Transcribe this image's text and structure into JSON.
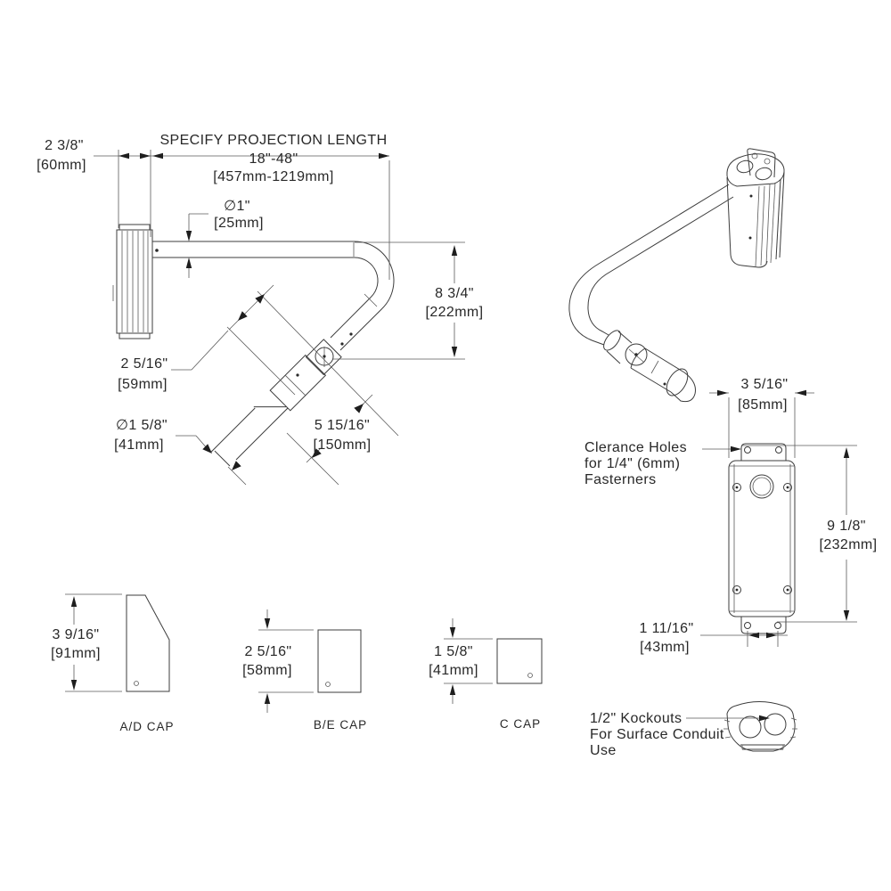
{
  "title": "gooseneck-arm-dimension-drawing",
  "side_view": {
    "wall_depth_in": "2 3/8\"",
    "wall_depth_mm": "[60mm]",
    "projection_label": "SPECIFY PROJECTION LENGTH",
    "projection_range_in": "18\"-48\"",
    "projection_range_mm": "[457mm-1219mm]",
    "tube_dia_in": "∅1\"",
    "tube_dia_mm": "[25mm]",
    "drop_in": "8 3/4\"",
    "drop_mm": "[222mm]",
    "knuckle_in": "2 5/16\"",
    "knuckle_mm": "[59mm]",
    "holder_dia_in": "∅1 5/8\"",
    "holder_dia_mm": "[41mm]",
    "holder_len_in": "5 15/16\"",
    "holder_len_mm": "[150mm]"
  },
  "back_view": {
    "width_in": "3 5/16\"",
    "width_mm": "[85mm]",
    "height_in": "9 1/8\"",
    "height_mm": "[232mm]",
    "hole_span_in": "1 11/16\"",
    "hole_span_mm": "[43mm]",
    "clearance_line1": "Clerance Holes",
    "clearance_line2": "for 1/4\" (6mm)",
    "clearance_line3": "Fasterners"
  },
  "caps": {
    "ad_height_in": "3 9/16\"",
    "ad_height_mm": "[91mm]",
    "ad_label": "A/D CAP",
    "be_height_in": "2 5/16\"",
    "be_height_mm": "[58mm]",
    "be_label": "B/E CAP",
    "c_height_in": "1 5/8\"",
    "c_height_mm": "[41mm]",
    "c_label": "C CAP"
  },
  "knockout": {
    "line1": "1/2\" Kockouts",
    "line2": "For Surface Conduit",
    "line3": "Use"
  },
  "colors": {
    "line": "#3c3c3c",
    "text": "#282828",
    "background": "#ffffff"
  }
}
